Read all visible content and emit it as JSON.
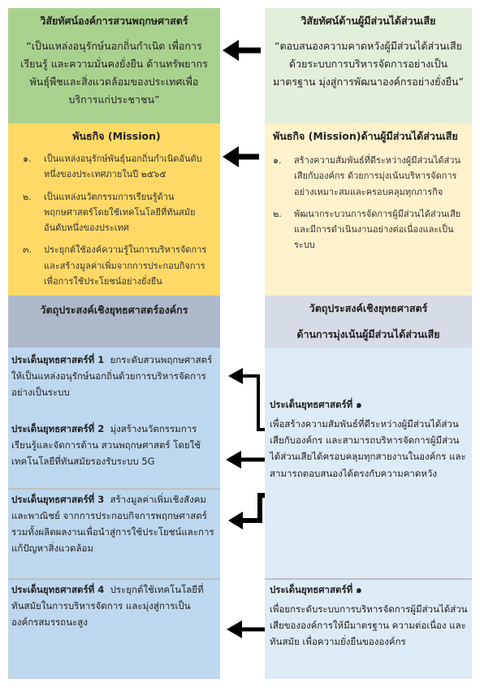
{
  "left": {
    "vision": {
      "title": "วิสัยทัศน์องค์การสวนพฤกษศาสตร์",
      "text": "“เป็นแหล่งอนุรักษ์นอกถิ่นกำเนิด เพื่อการเรียนรู้ และความมั่นคงยั่งยืน ด้านทรัพยากรพันธุ์พืชและสิ่งแวดล้อมของประเทศเพื่อบริการแก่ประชาชน”"
    },
    "mission": {
      "title": "พันธกิจ (Mission)",
      "items": [
        {
          "num": "๑.",
          "text": "เป็นแหล่งอนุรักษ์พันธุ์นอกถิ่นกำเนิดอันดับหนึ่งของประเทศภายในปี ๒๕๖๕"
        },
        {
          "num": "๒.",
          "text": "เป็นแหล่งนวัตกรรมการเรียนรู้ด้านพฤกษศาสตร์โดยใช้เทคโนโลยีที่ทันสมัยอันดับหนึ่งของประเทศ"
        },
        {
          "num": "๓.",
          "text": "ประยุกต์ใช้องค์ความรู้ในการบริหารจัดการ และสร้างมูลค่าเพิ่มจากการประกอบกิจการเพื่อการใช้ประโยชน์อย่างยั่งยืน"
        }
      ]
    },
    "objective_title": "วัตถุประสงค์เชิงยุทธศาสตร์องค์กร",
    "issues": [
      {
        "head": "ประเด็นยุทธศาสตร์ที่ 1",
        "text": "ยกระดับสวนพฤกษศาสตร์ให้เป็นแหล่งอนุรักษ์นอกถิ่นด้วยการบริหารจัดการอย่างเป็นระบบ"
      },
      {
        "head": "ประเด็นยุทธศาสตร์ที่ 2",
        "text": "มุ่งสร้างนวัตกรรมการเรียนรู้และจัดการด้าน สวนพฤกษศาสตร์ โดยใช้เทคโนโลยีที่ทันสมัยรองรับระบบ 5G"
      },
      {
        "head": "ประเด็นยุทธศาสตร์ที่ 3",
        "text": "สร้างมูลค่าเพิ่มเชิงสังคมและพาณิชย์ จากการประกอบกิจการพฤกษศาสตร์ รวมทั้งผลิตผลงานเพื่อนำสู่การใช้ประโยชน์และการแก้ปัญหาสิ่งแวดล้อม"
      },
      {
        "head": "ประเด็นยุทธศาสตร์ที่ 4",
        "text": "ประยุกต์ใช้เทคโนโลยีที่ทันสมัยในการบริหารจัดการ และมุ่งสู่การเป็นองค์กรสมรรถนะสูง"
      }
    ]
  },
  "right": {
    "vision": {
      "title": "วิสัยทัศน์ด้านผู้มีส่วนได้ส่วนเสีย",
      "text": "“ตอบสนองความคาดหวังผู้มีส่วนได้ส่วนเสียด้วยระบบการบริหารจัดการอย่างเป็นมาตรฐาน มุ่งสู่การพัฒนาองค์กรอย่างยั่งยืน”"
    },
    "mission": {
      "title": "พันธกิจ (Mission)ด้านผู้มีส่วนได้ส่วนเสีย",
      "items": [
        {
          "num": "๑.",
          "text": "สร้างความสัมพันธ์ที่ดีระหว่างผู้มีส่วนได้ส่วนเสียกับองค์กร ด้วยการมุ่งเน้นบริหารจัดการอย่างเหมาะสมและครอบคลุมทุกภารกิจ"
        },
        {
          "num": "๒.",
          "text": "พัฒนากระบวนการจัดการผู้มีส่วนได้ส่วนเสียและมีการดำเนินงานอย่างต่อเนื่องและเป็นระบบ"
        }
      ]
    },
    "objective_title_line1": "วัตถุประสงค์เชิงยุทธศาสตร์",
    "objective_title_line2": "ด้านการมุ่งเน้นผู้มีส่วนได้ส่วนเสีย",
    "issues": [
      {
        "head": "ประเด็นยุทธศาสตร์ที่ ๑",
        "text": "เพื่อสร้างความสัมพันธ์ที่ดีระหว่างผู้มีส่วนได้ส่วนเสียกับองค์กร และสามารถบริหารจัดการผู้มีส่วนได้ส่วนเสียได้ครอบคลุมทุกสายงานในองค์กร และสามารถตอบสนองได้ตรงกับความคาดหวัง"
      },
      {
        "head": "ประเด็นยุทธศาสตร์ที่ ๑",
        "text": "เพื่อยกระดับระบบการบริหารจัดการผู้มีส่วนได้ส่วนเสียขององค์การให้มีมาตรฐาน ความต่อเนื่อง และทันสมัย เพื่อความยั่งยืนขององค์กร"
      }
    ]
  },
  "colors": {
    "green_dark": "#a9d18e",
    "green_light": "#e2efda",
    "yellow_dark": "#ffd966",
    "yellow_light": "#fff2cc",
    "gray_blue": "#adb9ca",
    "gray_light": "#d6dce5",
    "blue": "#bdd7ee",
    "blue_light": "#ddebf7"
  }
}
